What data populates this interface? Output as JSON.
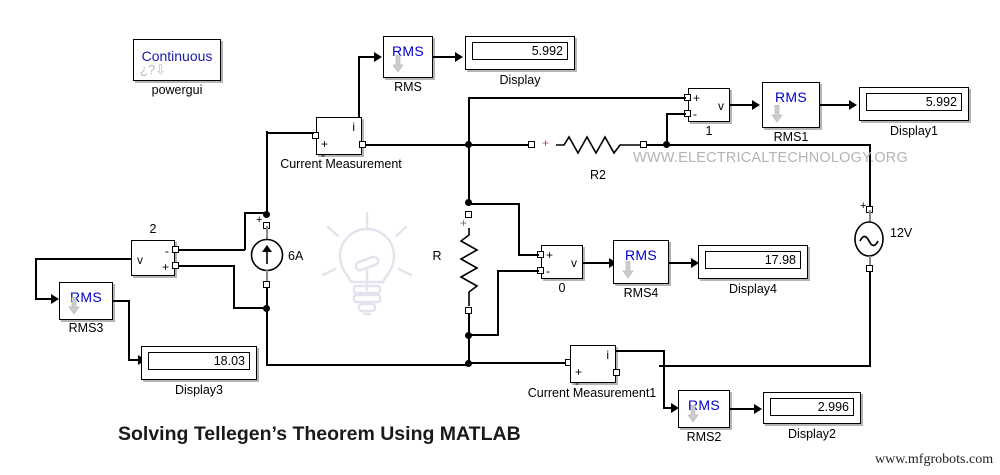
{
  "diagram": {
    "title": "Solving Tellegen’s Theorem Using MATLAB",
    "watermark_site": "WWW.ELECTRICALTECHNOLOGY.ORG",
    "watermark_footer": "www.mfgrobots.com",
    "accent_color": "#0000cc",
    "wire_color": "#000000"
  },
  "powergui": {
    "mode": "Continuous",
    "label": "powergui"
  },
  "rms_blocks": [
    {
      "title": "RMS",
      "label": "RMS"
    },
    {
      "title": "RMS",
      "label": "RMS1"
    },
    {
      "title": "RMS",
      "label": "RMS4"
    },
    {
      "title": "RMS",
      "label": "RMS3"
    },
    {
      "title": "RMS",
      "label": "RMS2"
    }
  ],
  "displays": [
    {
      "value": "5.992",
      "label": "Display"
    },
    {
      "value": "5.992",
      "label": "Display1"
    },
    {
      "value": "17.98",
      "label": "Display4"
    },
    {
      "value": "18.03",
      "label": "Display3"
    },
    {
      "value": "2.996",
      "label": "Display2"
    }
  ],
  "current_measurements": [
    {
      "label": "Current Measurement",
      "port_out": "i",
      "port_plus": "+",
      "port_minus": "-"
    },
    {
      "label": "Current Measurement1",
      "port_out": "i",
      "port_plus": "+",
      "port_minus": "-"
    }
  ],
  "voltage_measurements": [
    {
      "label": "2",
      "port_out": "v",
      "port_plus": "+",
      "port_minus": "-"
    },
    {
      "label": "1",
      "port_out": "v",
      "port_plus": "+",
      "port_minus": "-"
    },
    {
      "label": "0",
      "port_out": "v",
      "port_plus": "+",
      "port_minus": "-"
    }
  ],
  "sources": [
    {
      "name": "current-source",
      "label": "6A",
      "symbol": "arrow-up"
    },
    {
      "name": "ac-voltage-source",
      "label": "12V",
      "symbol": "sine"
    }
  ],
  "resistors": [
    {
      "label": "R2",
      "orientation": "horizontal",
      "polarity": "+"
    },
    {
      "label": "R",
      "orientation": "vertical",
      "polarity": "+"
    }
  ]
}
